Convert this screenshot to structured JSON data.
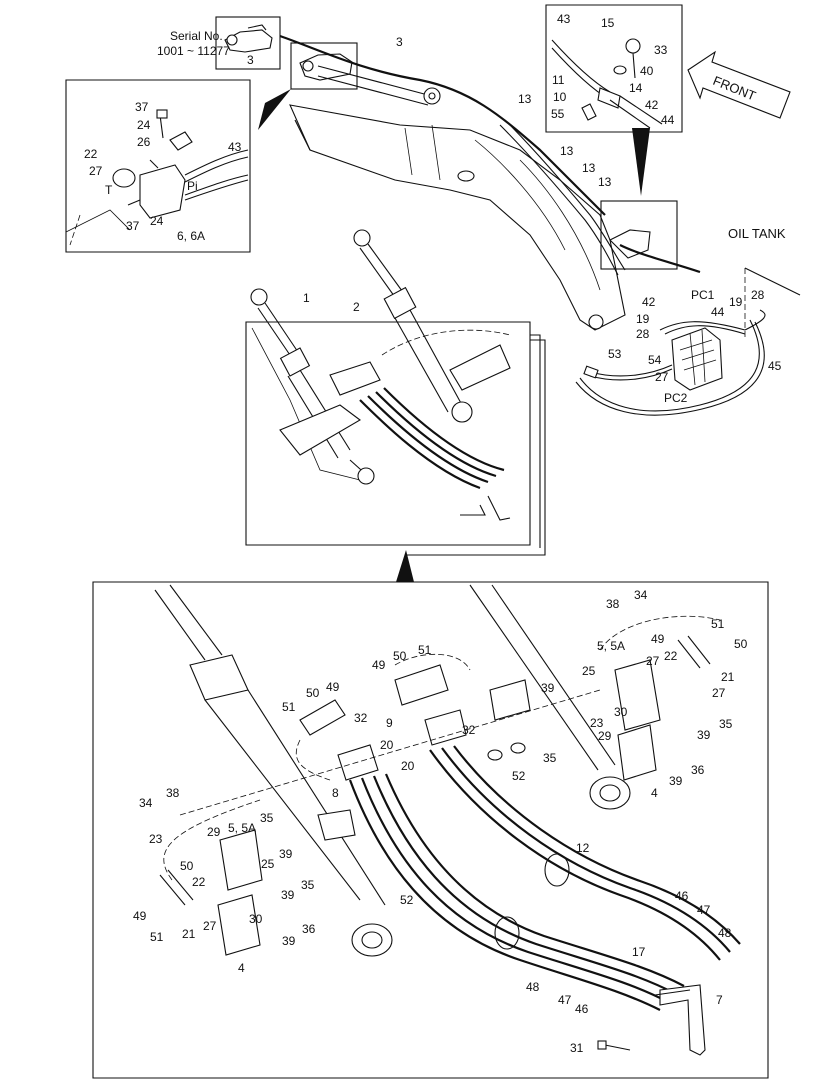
{
  "serial": {
    "line1": "Serial No.",
    "line2": "1001 ~ 11277",
    "ref": "3"
  },
  "front_label": "FRONT",
  "oil_tank_label": "OIL TANK",
  "labels": {
    "top": [
      {
        "id": "t3b",
        "text": "3"
      },
      {
        "id": "t13a",
        "text": "13"
      },
      {
        "id": "t13b",
        "text": "13"
      },
      {
        "id": "t13c",
        "text": "13"
      },
      {
        "id": "t13d",
        "text": "13"
      },
      {
        "id": "t1",
        "text": "1"
      },
      {
        "id": "t2",
        "text": "2"
      },
      {
        "id": "t42a",
        "text": "42"
      },
      {
        "id": "t19a",
        "text": "19"
      },
      {
        "id": "t28a",
        "text": "28"
      },
      {
        "id": "tpc1",
        "text": "PC1"
      },
      {
        "id": "t44a",
        "text": "44"
      },
      {
        "id": "t19b",
        "text": "19"
      },
      {
        "id": "t28b",
        "text": "28"
      },
      {
        "id": "t53",
        "text": "53"
      },
      {
        "id": "t54",
        "text": "54"
      },
      {
        "id": "t27a",
        "text": "27"
      },
      {
        "id": "tpc2",
        "text": "PC2"
      },
      {
        "id": "t45",
        "text": "45"
      }
    ],
    "inset_left": [
      {
        "id": "l37a",
        "text": "37"
      },
      {
        "id": "l24a",
        "text": "24"
      },
      {
        "id": "l26",
        "text": "26"
      },
      {
        "id": "l43",
        "text": "43"
      },
      {
        "id": "l22",
        "text": "22"
      },
      {
        "id": "l27",
        "text": "27"
      },
      {
        "id": "lT",
        "text": "T"
      },
      {
        "id": "lPi",
        "text": "Pi"
      },
      {
        "id": "l37b",
        "text": "37"
      },
      {
        "id": "l24b",
        "text": "24"
      },
      {
        "id": "l66a",
        "text": "6, 6A"
      }
    ],
    "inset_right": [
      {
        "id": "r43",
        "text": "43"
      },
      {
        "id": "r15",
        "text": "15"
      },
      {
        "id": "r33",
        "text": "33"
      },
      {
        "id": "r40",
        "text": "40"
      },
      {
        "id": "r11",
        "text": "11"
      },
      {
        "id": "r14",
        "text": "14"
      },
      {
        "id": "r10",
        "text": "10"
      },
      {
        "id": "r42",
        "text": "42"
      },
      {
        "id": "r55",
        "text": "55"
      },
      {
        "id": "r44",
        "text": "44"
      }
    ],
    "bottom": [
      {
        "id": "b38a",
        "text": "38"
      },
      {
        "id": "b34a",
        "text": "34"
      },
      {
        "id": "b51a",
        "text": "51"
      },
      {
        "id": "b49a",
        "text": "49"
      },
      {
        "id": "b50a",
        "text": "50"
      },
      {
        "id": "b55a",
        "text": "5, 5A"
      },
      {
        "id": "b22a",
        "text": "22"
      },
      {
        "id": "b27a",
        "text": "27"
      },
      {
        "id": "b21a",
        "text": "21"
      },
      {
        "id": "b25a",
        "text": "25"
      },
      {
        "id": "b27b",
        "text": "27"
      },
      {
        "id": "b23a",
        "text": "23"
      },
      {
        "id": "b30a",
        "text": "30"
      },
      {
        "id": "b29a",
        "text": "29"
      },
      {
        "id": "b35a",
        "text": "35"
      },
      {
        "id": "b39a",
        "text": "39"
      },
      {
        "id": "b36a",
        "text": "36"
      },
      {
        "id": "b39b",
        "text": "39"
      },
      {
        "id": "b4a",
        "text": "4"
      },
      {
        "id": "b39c",
        "text": "39"
      },
      {
        "id": "b35b",
        "text": "35"
      },
      {
        "id": "b52a",
        "text": "52"
      },
      {
        "id": "b49b",
        "text": "49"
      },
      {
        "id": "b50b",
        "text": "50"
      },
      {
        "id": "b51b",
        "text": "51"
      },
      {
        "id": "b9",
        "text": "9"
      },
      {
        "id": "b32a",
        "text": "32"
      },
      {
        "id": "b20a",
        "text": "20"
      },
      {
        "id": "b50c",
        "text": "50"
      },
      {
        "id": "b49c",
        "text": "49"
      },
      {
        "id": "b51c",
        "text": "51"
      },
      {
        "id": "b32b",
        "text": "32"
      },
      {
        "id": "b20b",
        "text": "20"
      },
      {
        "id": "b8",
        "text": "8"
      },
      {
        "id": "b34b",
        "text": "34"
      },
      {
        "id": "b38b",
        "text": "38"
      },
      {
        "id": "b23b",
        "text": "23"
      },
      {
        "id": "b29b",
        "text": "29"
      },
      {
        "id": "b55b",
        "text": "5, 5A"
      },
      {
        "id": "b35c",
        "text": "35"
      },
      {
        "id": "b39d",
        "text": "39"
      },
      {
        "id": "b25b",
        "text": "25"
      },
      {
        "id": "b50d",
        "text": "50"
      },
      {
        "id": "b22b",
        "text": "22"
      },
      {
        "id": "b39e",
        "text": "39"
      },
      {
        "id": "b35d",
        "text": "35"
      },
      {
        "id": "b49d",
        "text": "49"
      },
      {
        "id": "b27c",
        "text": "27"
      },
      {
        "id": "b30b",
        "text": "30"
      },
      {
        "id": "b51d",
        "text": "51"
      },
      {
        "id": "b21b",
        "text": "21"
      },
      {
        "id": "b36b",
        "text": "36"
      },
      {
        "id": "b39f",
        "text": "39"
      },
      {
        "id": "b4b",
        "text": "4"
      },
      {
        "id": "b52b",
        "text": "52"
      },
      {
        "id": "b12",
        "text": "12"
      },
      {
        "id": "b46a",
        "text": "46"
      },
      {
        "id": "b47a",
        "text": "47"
      },
      {
        "id": "b48a",
        "text": "48"
      },
      {
        "id": "b17",
        "text": "17"
      },
      {
        "id": "b7",
        "text": "7"
      },
      {
        "id": "b48b",
        "text": "48"
      },
      {
        "id": "b47b",
        "text": "47"
      },
      {
        "id": "b46b",
        "text": "46"
      },
      {
        "id": "b31",
        "text": "31"
      }
    ]
  }
}
